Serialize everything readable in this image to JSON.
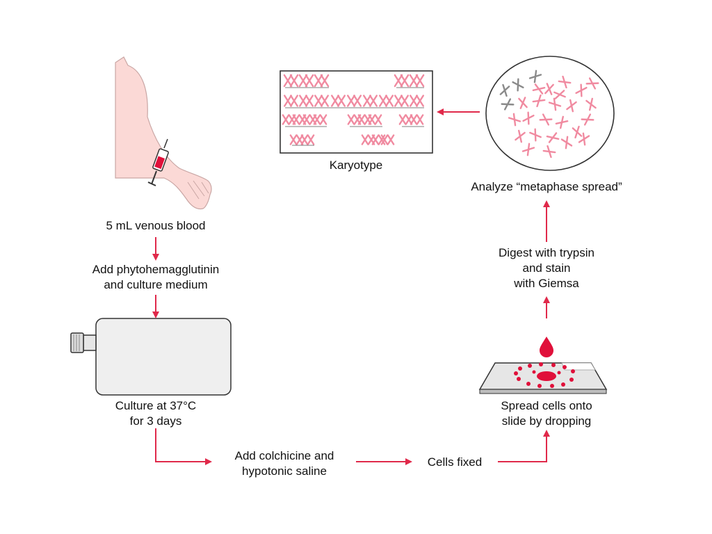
{
  "steps": {
    "blood": "5 mL venous blood",
    "add_pha": [
      "Add phytohemagglutinin",
      "and culture medium"
    ],
    "culture": [
      "Culture at 37°C",
      "for 3 days"
    ],
    "colchicine": [
      "Add colchicine and",
      "hypotonic saline"
    ],
    "fixed": "Cells fixed",
    "spread": [
      "Spread cells onto",
      "slide by dropping"
    ],
    "digest": [
      "Digest with trypsin",
      "and stain",
      "with Giemsa"
    ],
    "analyze": "Analyze “metaphase spread”",
    "karyotype": "Karyotype"
  },
  "colors": {
    "arrow": "#e0294a",
    "chromosome": "#f08aa0",
    "chromosome_gray": "#8a8a8a",
    "skin": "#fbd9d6",
    "drop": "#e0103a",
    "outline": "#333333"
  }
}
